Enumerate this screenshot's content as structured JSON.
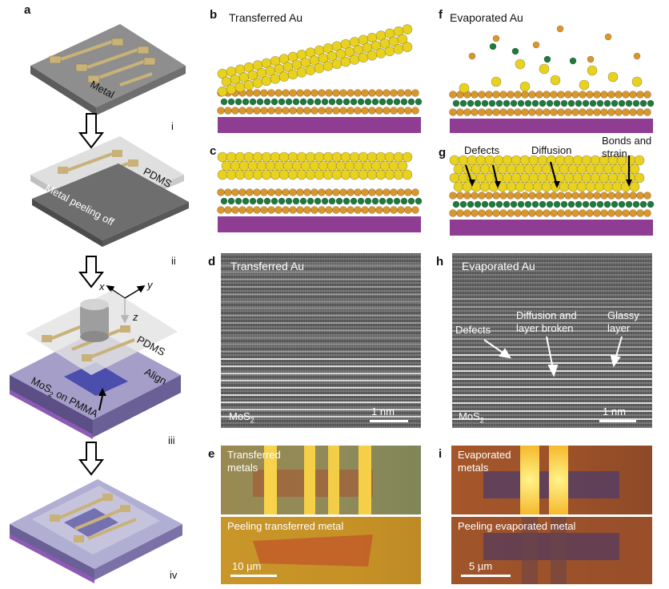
{
  "panels": {
    "a": {
      "letter": "a",
      "steps": [
        "i",
        "ii",
        "iii",
        "iv"
      ],
      "labels": {
        "metal": "Metal",
        "pdms1": "PDMS",
        "peel": "Metal peeling off",
        "pdms2": "PDMS",
        "align": "Align",
        "mos2": "MoS",
        "mos2_sub": "2",
        "mos2_rest": " on PMMA",
        "x": "x",
        "y": "y",
        "z": "z"
      }
    },
    "b": {
      "letter": "b",
      "title": "Transferred Au"
    },
    "c": {
      "letter": "c"
    },
    "d": {
      "letter": "d",
      "title": "Transferred Au",
      "substrate": "MoS",
      "substrate_sub": "2",
      "scale": "1 nm"
    },
    "e": {
      "letter": "e",
      "top": "Transferred\nmetals",
      "bottom": "Peeling transferred metal",
      "scale": "10 µm"
    },
    "f": {
      "letter": "f",
      "title": "Evaporated Au"
    },
    "g": {
      "letter": "g",
      "defects": "Defects",
      "diffusion": "Diffusion",
      "bonds": "Bonds and\nstrain"
    },
    "h": {
      "letter": "h",
      "title": "Evaporated Au",
      "defects": "Defects",
      "diffusion": "Diffusion and\nlayer broken",
      "glassy": "Glassy\nlayer",
      "substrate": "MoS",
      "substrate_sub": "2",
      "scale": "1 nm"
    },
    "i": {
      "letter": "i",
      "top": "Evaporated\nmetals",
      "bottom": "Peeling evaporated metal",
      "scale": "5 µm"
    }
  },
  "colors": {
    "gold": "#e9d21f",
    "sulfur": "#d9972b",
    "molybdenum": "#1f7a3d",
    "substrate": "#8e3d93"
  }
}
